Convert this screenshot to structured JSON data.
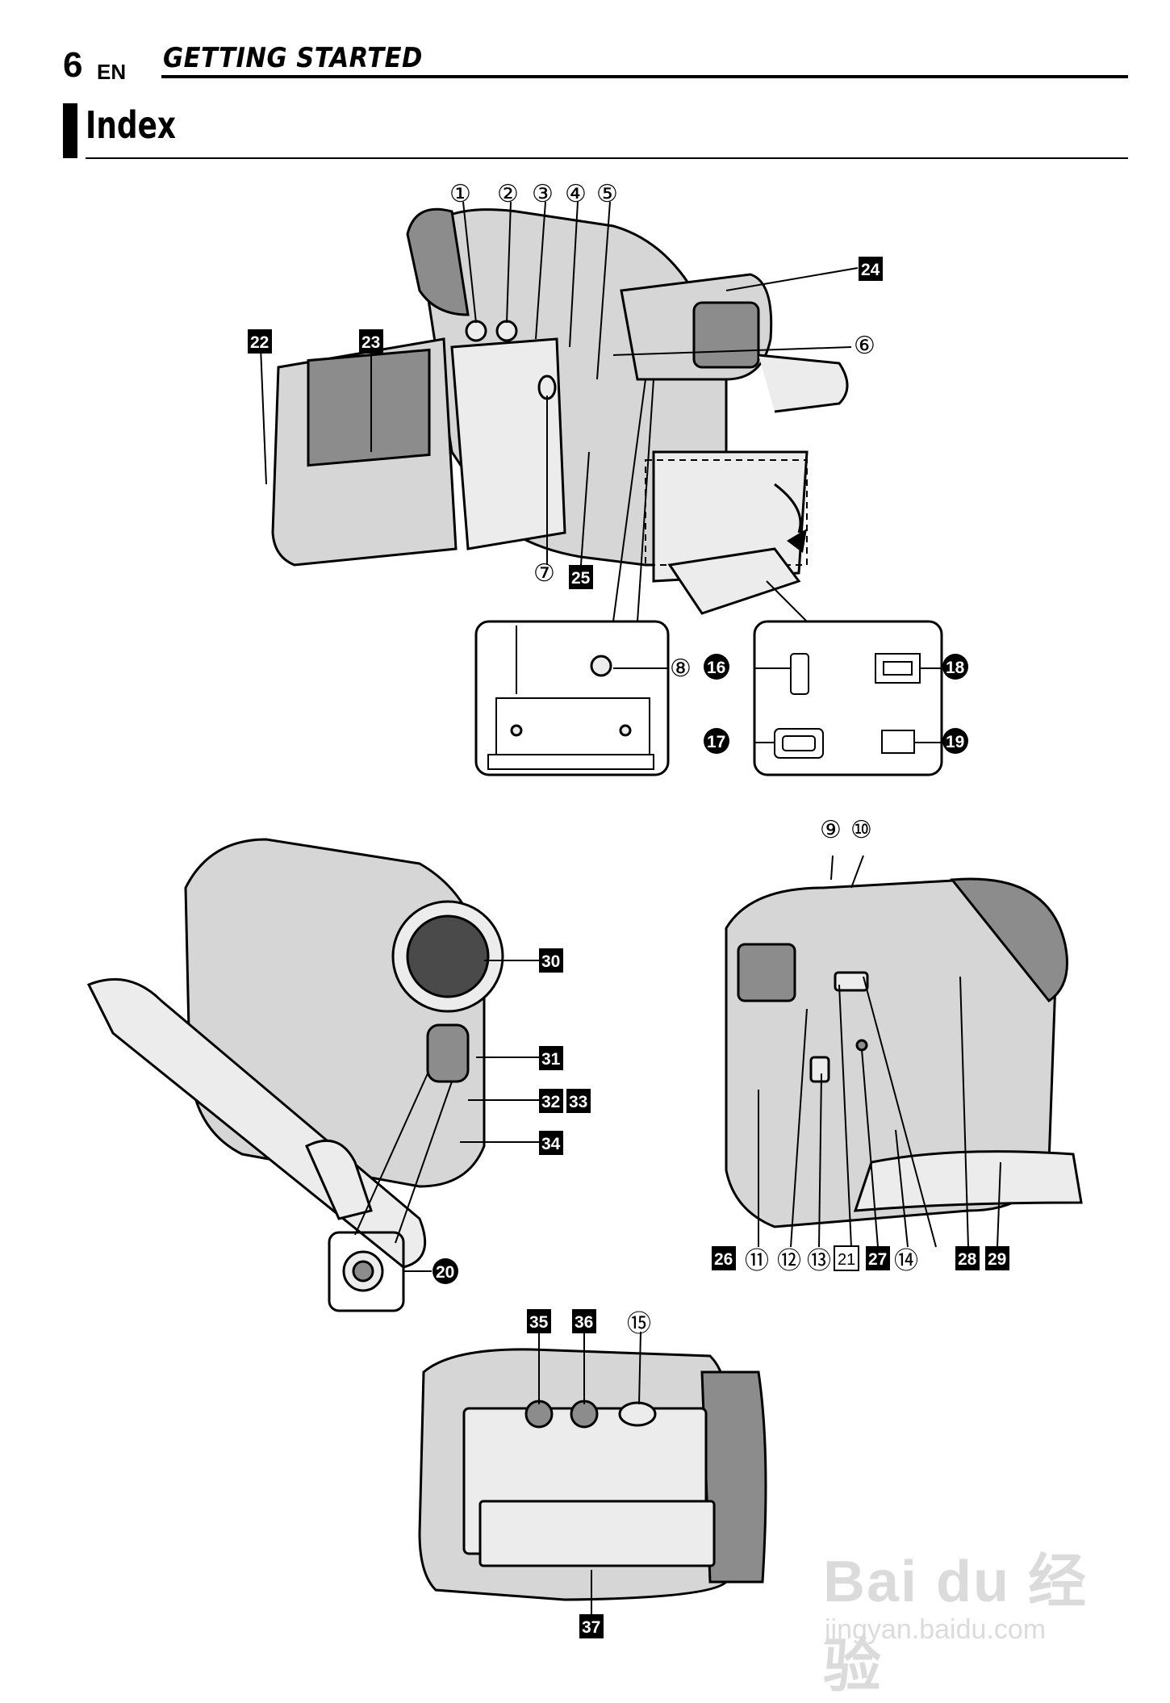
{
  "header": {
    "page_number": "6",
    "lang": "EN",
    "section": "GETTING STARTED"
  },
  "title": "Index",
  "watermark": {
    "logo": "Bai du 经验",
    "url": "jingyan.baidu.com"
  },
  "callouts": {
    "c1": "①",
    "c2": "②",
    "c3": "③",
    "c4": "④",
    "c5": "⑤",
    "c6": "⑥",
    "c7": "⑦",
    "c8": "⑧",
    "c9": "⑨",
    "c10": "⑩",
    "c11": "⑪",
    "c12": "⑫",
    "c13": "⑬",
    "c14": "⑭",
    "c15": "⑮",
    "n16": "16",
    "n17": "17",
    "n18": "18",
    "n19": "19",
    "n20": "20",
    "s21": "21",
    "s22": "22",
    "s23": "23",
    "s24": "24",
    "s25": "25",
    "s26": "26",
    "s27": "27",
    "s28": "28",
    "s29": "29",
    "s30": "30",
    "s31": "31",
    "s32": "32",
    "s33": "33",
    "s34": "34",
    "s35": "35",
    "s36": "36",
    "s37": "37"
  },
  "icons": {
    "stylus": "camcorder-line-art",
    "connectors": "port-symbols"
  }
}
